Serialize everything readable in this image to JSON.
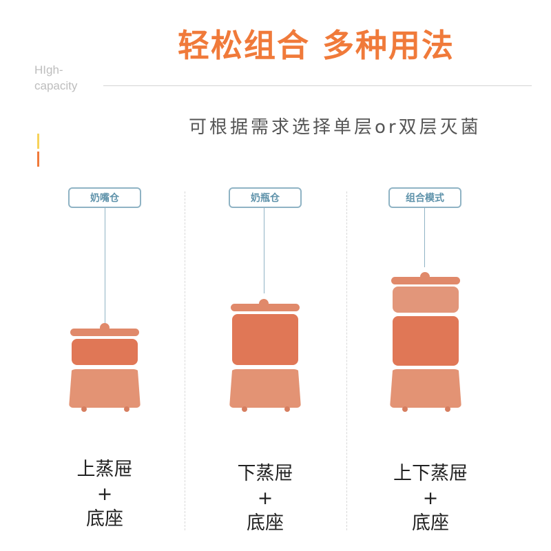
{
  "header": {
    "title": "轻松组合 多种用法",
    "tag_line1": "HIgh-",
    "tag_line2": "capacity",
    "subtitle": "可根据需求选择单层or双层灭菌"
  },
  "columns": [
    {
      "tag": "奶嘴仓",
      "caption_line1": "上蒸屉",
      "plus": "+",
      "caption_line2": "底座"
    },
    {
      "tag": "奶瓶仓",
      "caption_line1": "下蒸屉",
      "plus": "+",
      "caption_line2": "底座"
    },
    {
      "tag": "组合模式",
      "caption_line1": "上下蒸屉",
      "plus": "+",
      "caption_line2": "底座"
    }
  ],
  "colors": {
    "accent": "#f07a3a",
    "tag_border": "#8fb3c4",
    "tier_dark": "#e07756",
    "tier_light": "#e2967a"
  }
}
